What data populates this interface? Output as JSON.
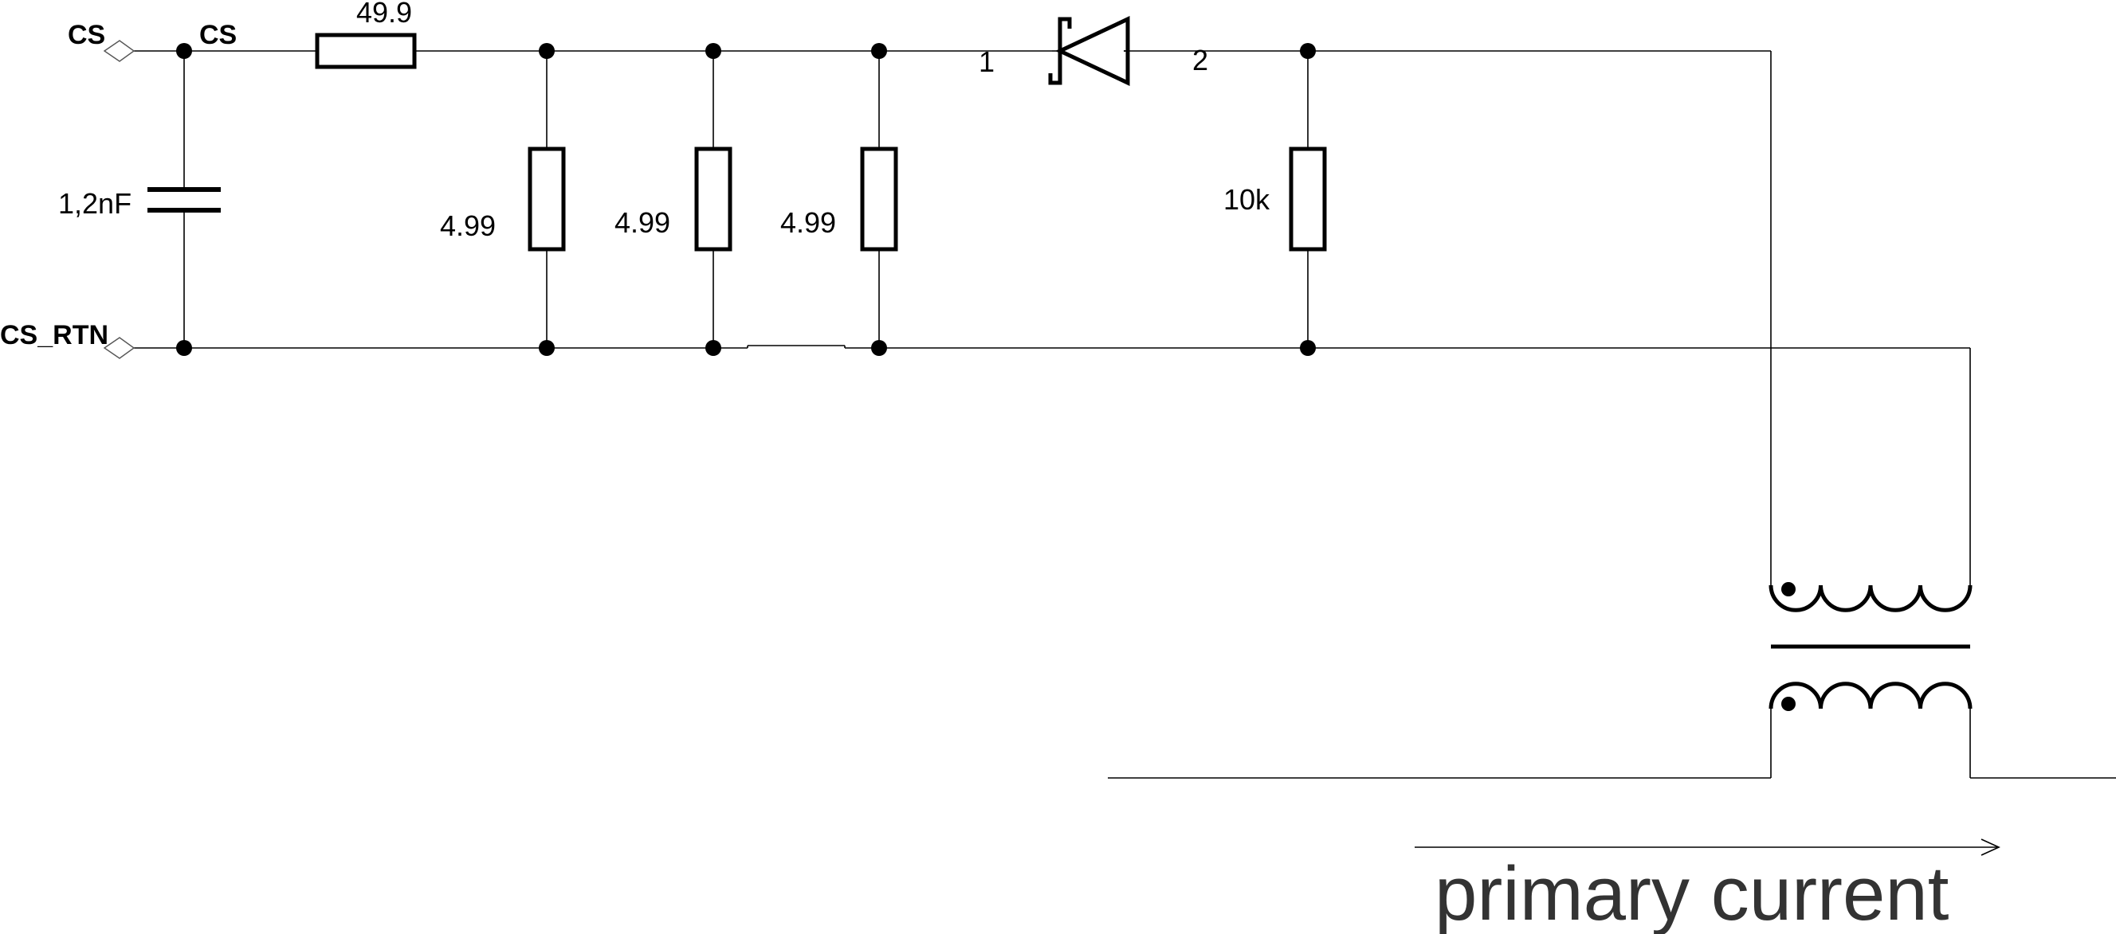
{
  "ports": {
    "cs": "CS",
    "cs_rtn": "CS_RTN"
  },
  "net_labels": {
    "cs": "CS"
  },
  "components": {
    "series_resistor": "49.9",
    "capacitor": "1,2nF",
    "shunt_1": "4.99",
    "shunt_2": "4.99",
    "shunt_3": "4.99",
    "load_resistor": "10k"
  },
  "diode": {
    "pin_anode": "1",
    "pin_cathode": "2"
  },
  "annotation": {
    "primary_current": "primary current"
  },
  "colors": {
    "ink": "#000000",
    "caption": "#333333",
    "port_outline": "#555555"
  }
}
